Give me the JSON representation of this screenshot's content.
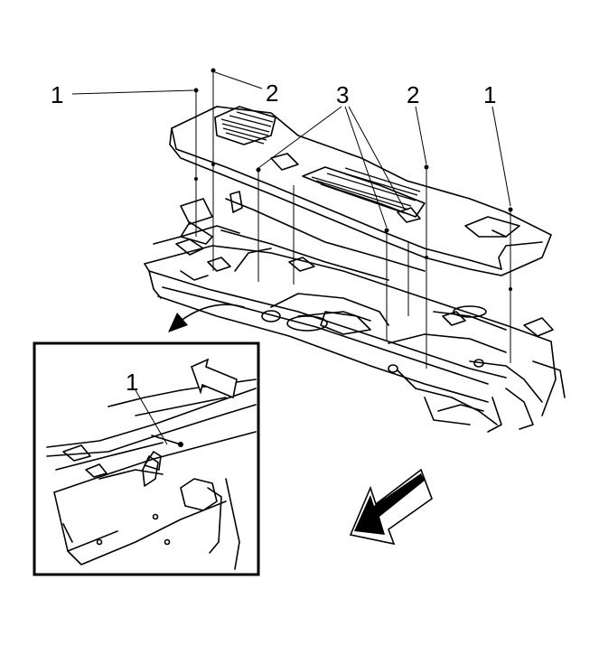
{
  "callouts": {
    "left_1": "1",
    "left_2": "2",
    "center_3": "3",
    "right_2": "2",
    "right_1": "1",
    "inset_1": "1"
  }
}
